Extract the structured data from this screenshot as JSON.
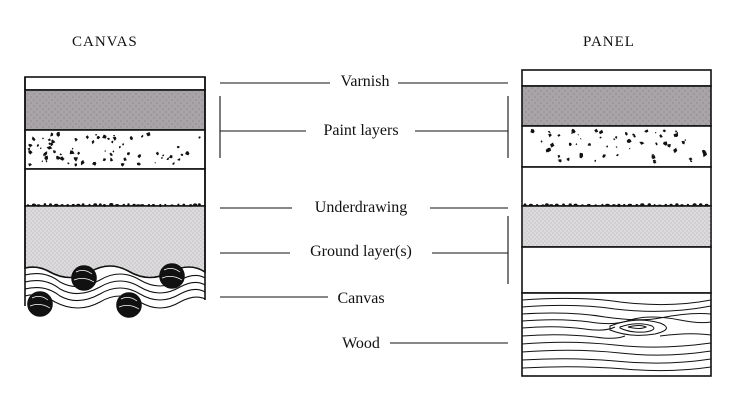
{
  "titles": {
    "canvas": "CANVAS",
    "panel": "PANEL"
  },
  "labels": {
    "varnish": "Varnish",
    "paint_layers": "Paint layers",
    "underdrawing": "Underdrawing",
    "ground_layers": "Ground layer(s)",
    "canvas": "Canvas",
    "wood": "Wood"
  },
  "colors": {
    "ink": "#111111",
    "paint_fill": "#a8a4a8",
    "ground_fill": "#dcdadc",
    "paper": "#ffffff"
  }
}
